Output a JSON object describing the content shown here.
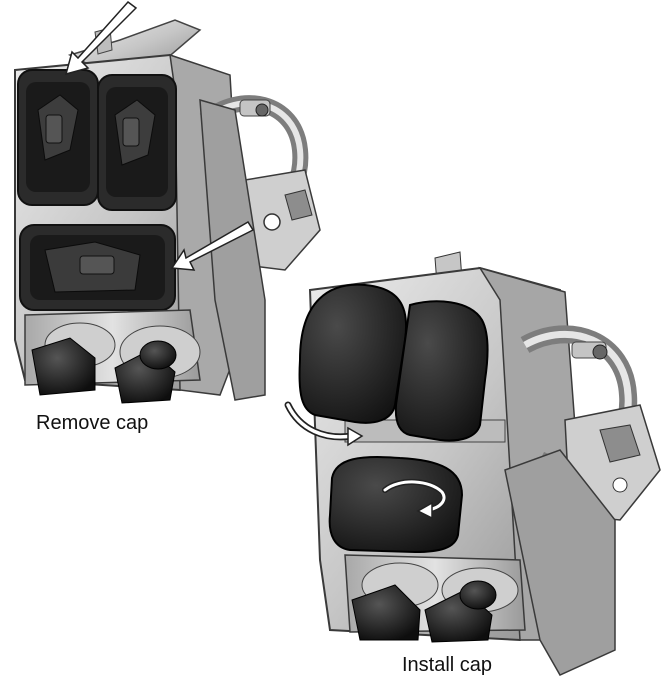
{
  "captions": {
    "remove": "Remove cap",
    "install": "Install cap"
  },
  "colors": {
    "metal_light": "#d9d9d9",
    "metal_mid": "#b4b4b4",
    "metal_dark": "#7a7a7a",
    "cap_black": "#1b1b1b",
    "cap_dark": "#2e2e2e",
    "arrow_fill": "#ffffff",
    "outline": "#3a3a3a"
  },
  "figures": [
    {
      "name": "remove-cap-assembly",
      "cap_state": "caps-removed"
    },
    {
      "name": "install-cap-assembly",
      "cap_state": "caps-installed"
    }
  ]
}
